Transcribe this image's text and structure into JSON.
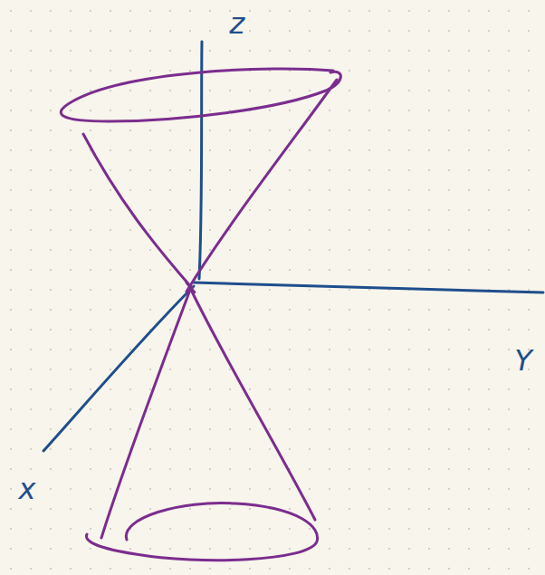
{
  "diagram": {
    "labels": [
      "z",
      "Y",
      "x"
    ]
  }
}
